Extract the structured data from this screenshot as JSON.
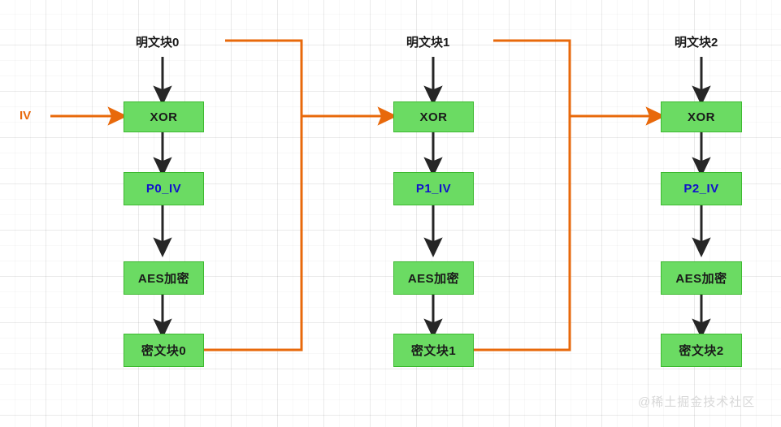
{
  "diagram": {
    "title_text": "",
    "colors": {
      "node_fill": "#6BDB63",
      "node_border": "#3CB92F",
      "arrow_black": "#262626",
      "arrow_orange": "#E8690B",
      "blue_text": "#1111CC",
      "grid": "#EAEAEA",
      "watermark": "#D8D8D8"
    },
    "iv_label": "IV",
    "watermark_text": "@稀土掘金技术社区",
    "columns": [
      {
        "plaintext_label": "明文块0",
        "xor_label": "XOR",
        "xor_result_label": "P0_IV",
        "aes_label": "AES加密",
        "ciphertext_label": "密文块0"
      },
      {
        "plaintext_label": "明文块1",
        "xor_label": "XOR",
        "xor_result_label": "P1_IV",
        "aes_label": "AES加密",
        "ciphertext_label": "密文块1"
      },
      {
        "plaintext_label": "明文块2",
        "xor_label": "XOR",
        "xor_result_label": "P2_IV",
        "aes_label": "AES加密",
        "ciphertext_label": "密文块2"
      }
    ]
  }
}
